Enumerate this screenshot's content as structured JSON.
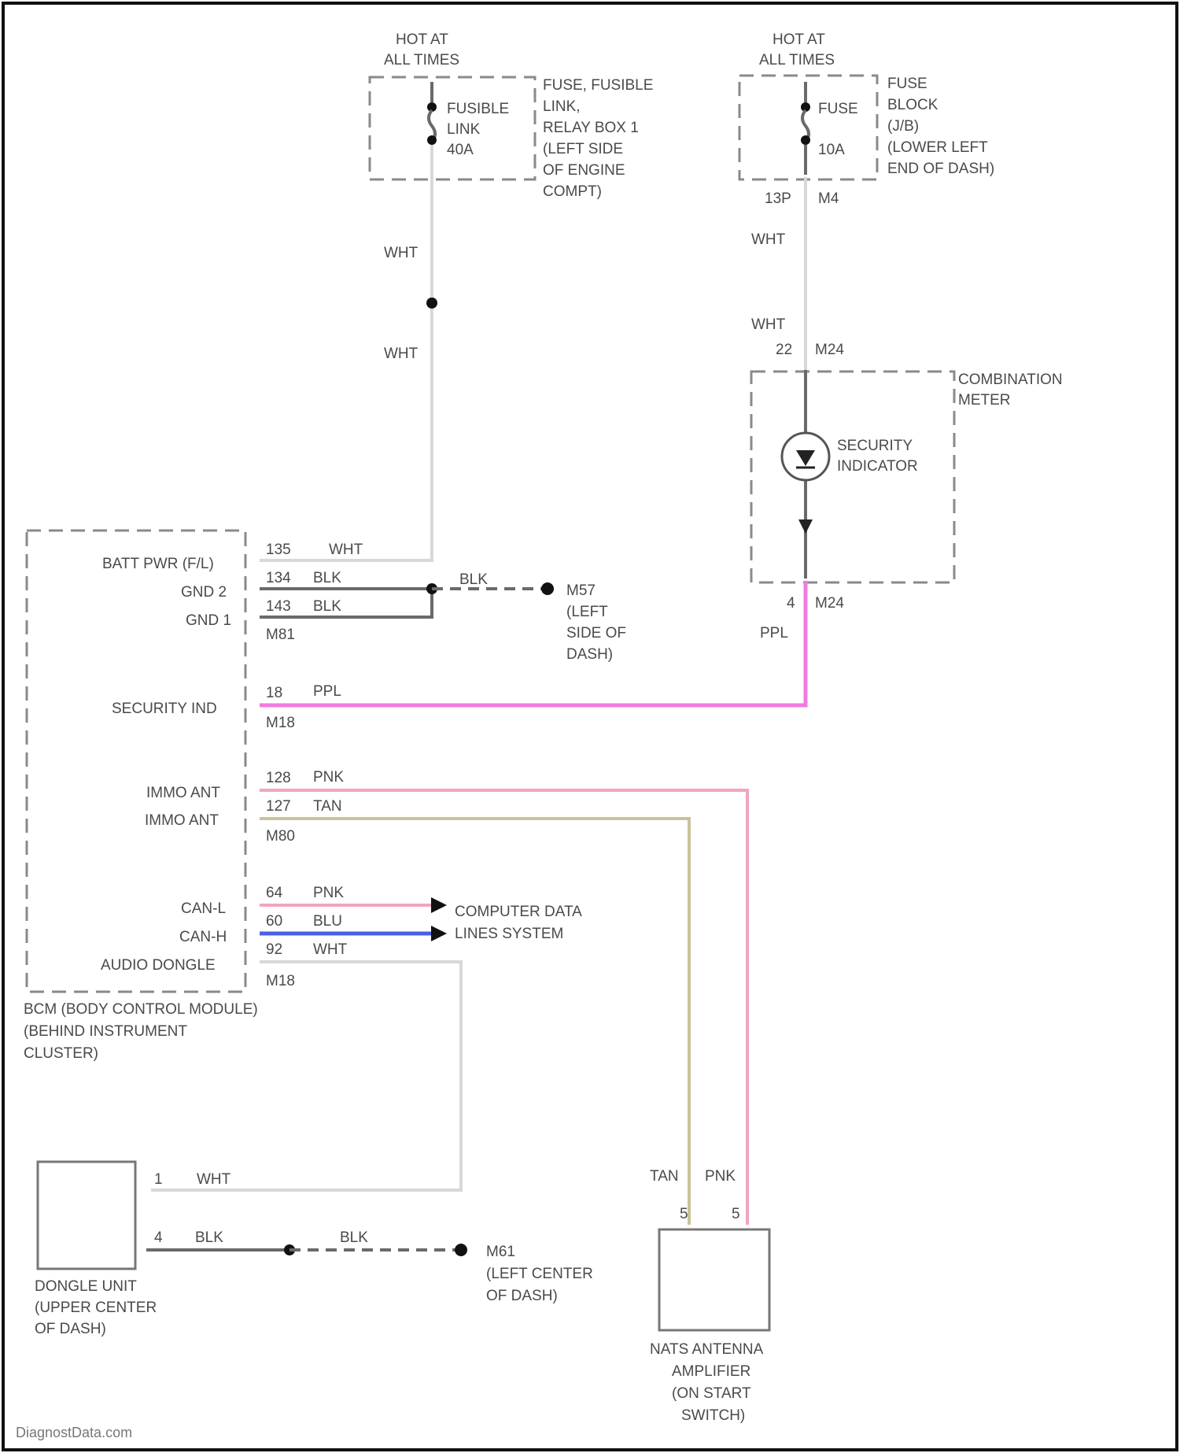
{
  "fuse_left": {
    "hot_label": [
      "HOT AT",
      "ALL TIMES"
    ],
    "element_label": [
      "FUSIBLE",
      "LINK",
      "40A"
    ],
    "location": [
      "FUSE, FUSIBLE",
      "LINK,",
      "RELAY BOX 1",
      "(LEFT SIDE",
      "OF ENGINE",
      "COMPT)"
    ]
  },
  "fuse_right": {
    "hot_label": [
      "HOT AT",
      "ALL TIMES"
    ],
    "element_label": [
      "FUSE",
      "10A"
    ],
    "location": [
      "FUSE",
      "BLOCK",
      "(J/B)",
      "(LOWER LEFT",
      "END OF DASH)"
    ],
    "pin": "13P",
    "connector": "M4"
  },
  "wires": {
    "wht": "WHT",
    "blk": "BLK",
    "ppl": "PPL",
    "pnk": "PNK",
    "tan": "TAN",
    "blu": "BLU"
  },
  "combination_meter": {
    "title": [
      "COMBINATION",
      "METER"
    ],
    "indicator": [
      "SECURITY",
      "INDICATOR"
    ],
    "pin_top": "22",
    "conn_top": "M24",
    "pin_bottom": "4",
    "conn_bottom": "M24"
  },
  "bcm": {
    "title": [
      "BCM (BODY CONTROL MODULE)",
      "(BEHIND INSTRUMENT",
      "CLUSTER)"
    ],
    "pins": [
      {
        "label": "BATT PWR (F/L)",
        "pin": "135"
      },
      {
        "label": "GND 2",
        "pin": "134"
      },
      {
        "label": "GND 1",
        "pin": "143"
      },
      {
        "label": "SECURITY IND",
        "pin": "18"
      },
      {
        "label": "IMMO ANT",
        "pin": "128"
      },
      {
        "label": "IMMO ANT",
        "pin": "127"
      },
      {
        "label": "CAN-L",
        "pin": "64"
      },
      {
        "label": "CAN-H",
        "pin": "60"
      },
      {
        "label": "AUDIO DONGLE",
        "pin": "92"
      }
    ],
    "connectors": [
      "M81",
      "M18",
      "M80",
      "M18"
    ]
  },
  "ground_m57": [
    "M57",
    "(LEFT",
    "SIDE OF",
    "DASH)"
  ],
  "ground_m61": [
    "M61",
    "(LEFT CENTER",
    "OF DASH)"
  ],
  "computer_data": [
    "COMPUTER DATA",
    "LINES SYSTEM"
  ],
  "dongle": {
    "title": [
      "DONGLE UNIT",
      "(UPPER CENTER",
      "OF DASH)"
    ],
    "pin_wht": "1",
    "pin_blk": "4"
  },
  "nats": {
    "title": [
      "NATS ANTENNA",
      "AMPLIFIER",
      "(ON START",
      "SWITCH)"
    ],
    "pin_tan": "5",
    "pin_pnk": "5"
  },
  "watermark": "DiagnostData.com"
}
